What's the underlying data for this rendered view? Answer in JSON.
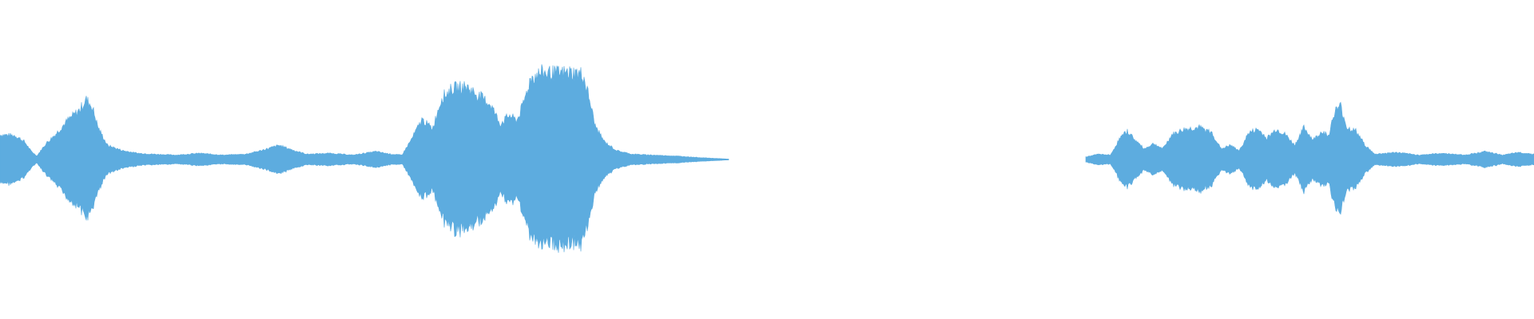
{
  "waveform": {
    "color": "#5dacdf",
    "background": "#ffffff",
    "segments": [
      {
        "start_fraction": 0.0,
        "end_fraction": 0.475,
        "envelope": [
          [
            0.0,
            0.28
          ],
          [
            0.01,
            0.27
          ],
          [
            0.016,
            0.2
          ],
          [
            0.02,
            0.1
          ],
          [
            0.024,
            0.04
          ],
          [
            0.03,
            0.18
          ],
          [
            0.036,
            0.28
          ],
          [
            0.044,
            0.44
          ],
          [
            0.052,
            0.56
          ],
          [
            0.056,
            0.68
          ],
          [
            0.06,
            0.6
          ],
          [
            0.064,
            0.36
          ],
          [
            0.07,
            0.16
          ],
          [
            0.08,
            0.1
          ],
          [
            0.09,
            0.07
          ],
          [
            0.1,
            0.06
          ],
          [
            0.115,
            0.05
          ],
          [
            0.13,
            0.07
          ],
          [
            0.145,
            0.05
          ],
          [
            0.16,
            0.06
          ],
          [
            0.17,
            0.1
          ],
          [
            0.182,
            0.16
          ],
          [
            0.192,
            0.1
          ],
          [
            0.2,
            0.06
          ],
          [
            0.215,
            0.07
          ],
          [
            0.23,
            0.05
          ],
          [
            0.245,
            0.09
          ],
          [
            0.255,
            0.06
          ],
          [
            0.262,
            0.05
          ],
          [
            0.268,
            0.22
          ],
          [
            0.275,
            0.45
          ],
          [
            0.282,
            0.35
          ],
          [
            0.288,
            0.7
          ],
          [
            0.295,
            0.8
          ],
          [
            0.304,
            0.82
          ],
          [
            0.312,
            0.72
          ],
          [
            0.32,
            0.62
          ],
          [
            0.326,
            0.4
          ],
          [
            0.332,
            0.5
          ],
          [
            0.337,
            0.44
          ],
          [
            0.341,
            0.62
          ],
          [
            0.346,
            0.92
          ],
          [
            0.353,
            0.98
          ],
          [
            0.362,
            0.97
          ],
          [
            0.372,
            0.98
          ],
          [
            0.38,
            0.96
          ],
          [
            0.384,
            0.7
          ],
          [
            0.388,
            0.38
          ],
          [
            0.394,
            0.2
          ],
          [
            0.402,
            0.1
          ],
          [
            0.412,
            0.06
          ],
          [
            0.425,
            0.05
          ],
          [
            0.44,
            0.04
          ],
          [
            0.458,
            0.02
          ],
          [
            0.475,
            0.005
          ]
        ]
      },
      {
        "start_fraction": 0.708,
        "end_fraction": 1.0,
        "envelope": [
          [
            0.708,
            0.03
          ],
          [
            0.716,
            0.06
          ],
          [
            0.724,
            0.05
          ],
          [
            0.73,
            0.24
          ],
          [
            0.735,
            0.32
          ],
          [
            0.74,
            0.22
          ],
          [
            0.746,
            0.12
          ],
          [
            0.752,
            0.18
          ],
          [
            0.758,
            0.12
          ],
          [
            0.764,
            0.28
          ],
          [
            0.772,
            0.34
          ],
          [
            0.782,
            0.36
          ],
          [
            0.79,
            0.3
          ],
          [
            0.796,
            0.12
          ],
          [
            0.802,
            0.16
          ],
          [
            0.808,
            0.1
          ],
          [
            0.814,
            0.3
          ],
          [
            0.82,
            0.34
          ],
          [
            0.826,
            0.24
          ],
          [
            0.832,
            0.34
          ],
          [
            0.838,
            0.28
          ],
          [
            0.844,
            0.16
          ],
          [
            0.85,
            0.36
          ],
          [
            0.856,
            0.22
          ],
          [
            0.862,
            0.32
          ],
          [
            0.866,
            0.26
          ],
          [
            0.87,
            0.54
          ],
          [
            0.874,
            0.6
          ],
          [
            0.878,
            0.36
          ],
          [
            0.884,
            0.32
          ],
          [
            0.89,
            0.16
          ],
          [
            0.896,
            0.06
          ],
          [
            0.91,
            0.08
          ],
          [
            0.925,
            0.05
          ],
          [
            0.94,
            0.07
          ],
          [
            0.955,
            0.05
          ],
          [
            0.968,
            0.09
          ],
          [
            0.98,
            0.05
          ],
          [
            0.99,
            0.08
          ],
          [
            1.0,
            0.06
          ]
        ]
      }
    ]
  }
}
